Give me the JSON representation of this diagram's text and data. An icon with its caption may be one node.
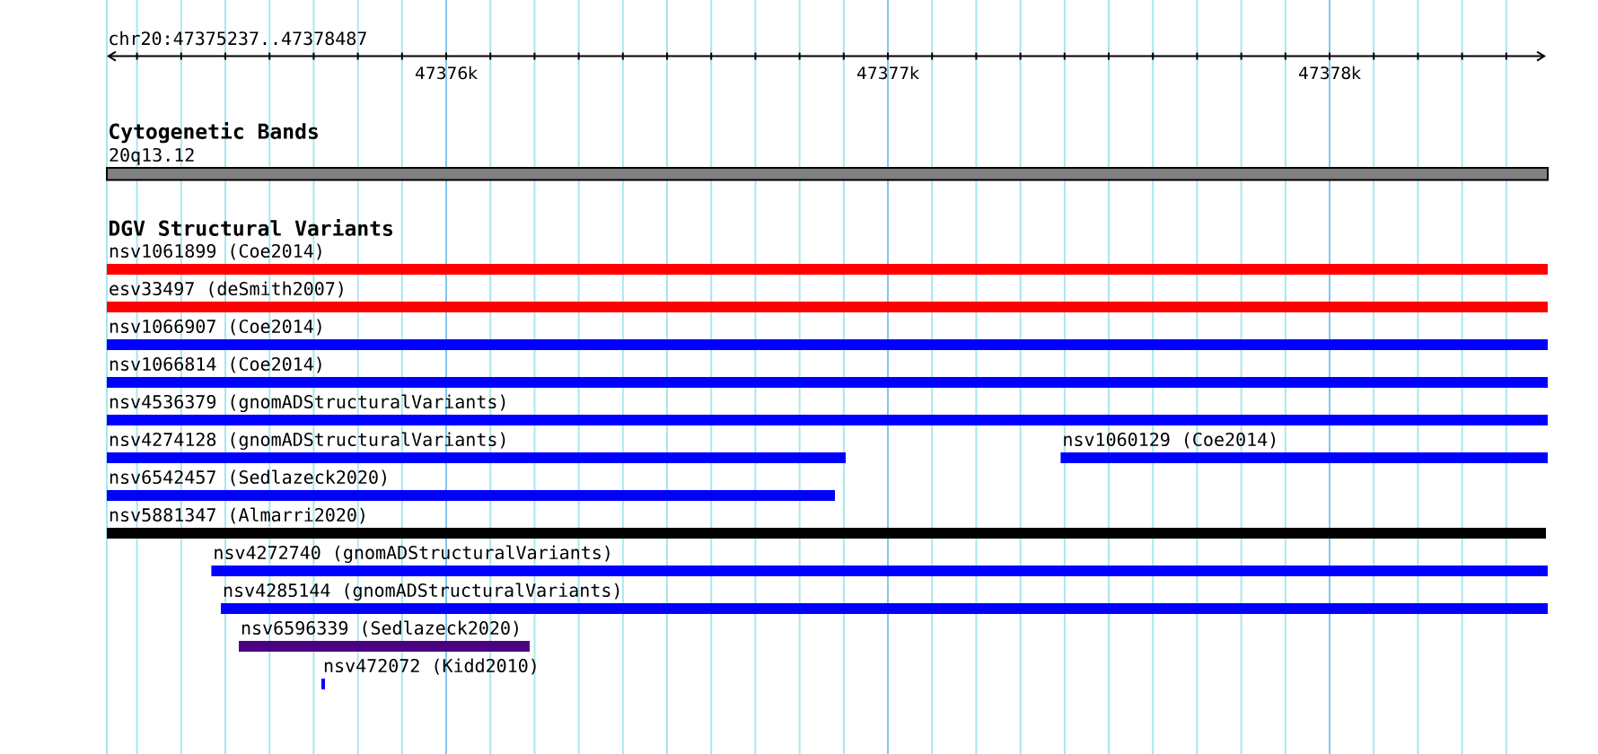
{
  "diagram": {
    "nodes": [
      {
        "text": [
          "20q13.12"
        ]
      },
      {
        "text": [
          "nsv1061899 (Coe2014)"
        ]
      },
      {
        "text": [
          "esv33497 (deSmith2007)"
        ]
      },
      {
        "text": [
          "nsv1066907 (Coe2014)"
        ]
      },
      {
        "text": [
          "nsv1066814 (Coe2014)"
        ]
      },
      {
        "text": [
          "nsv4536379 (gnomADStructuralVariants)"
        ]
      },
      {
        "text": [
          "nsv4274128 (gnomADStructuralVariants)"
        ]
      },
      {
        "text": [
          "nsv1060129 (Coe2014)"
        ]
      },
      {
        "text": [
          "nsv6542457 (Sedlazeck2020)"
        ]
      },
      {
        "text": [
          "nsv5881347 (Almarri2020)"
        ]
      },
      {
        "text": [
          "nsv4272740 (gnomADStructuralVariants)"
        ]
      },
      {
        "text": [
          "nsv4285144 (gnomADStructuralVariants)"
        ]
      },
      {
        "text": [
          "nsv6596339 (Sedlazeck2020)"
        ]
      },
      {
        "text": [
          "nsv472072 (Kidd2010)"
        ]
      }
    ],
    "labels": [
      "chr20:47375237..47378487",
      "47376k",
      "47377k",
      "47378k",
      "Cytogenetic Bands",
      "DGV Structural Variants"
    ]
  }
}
